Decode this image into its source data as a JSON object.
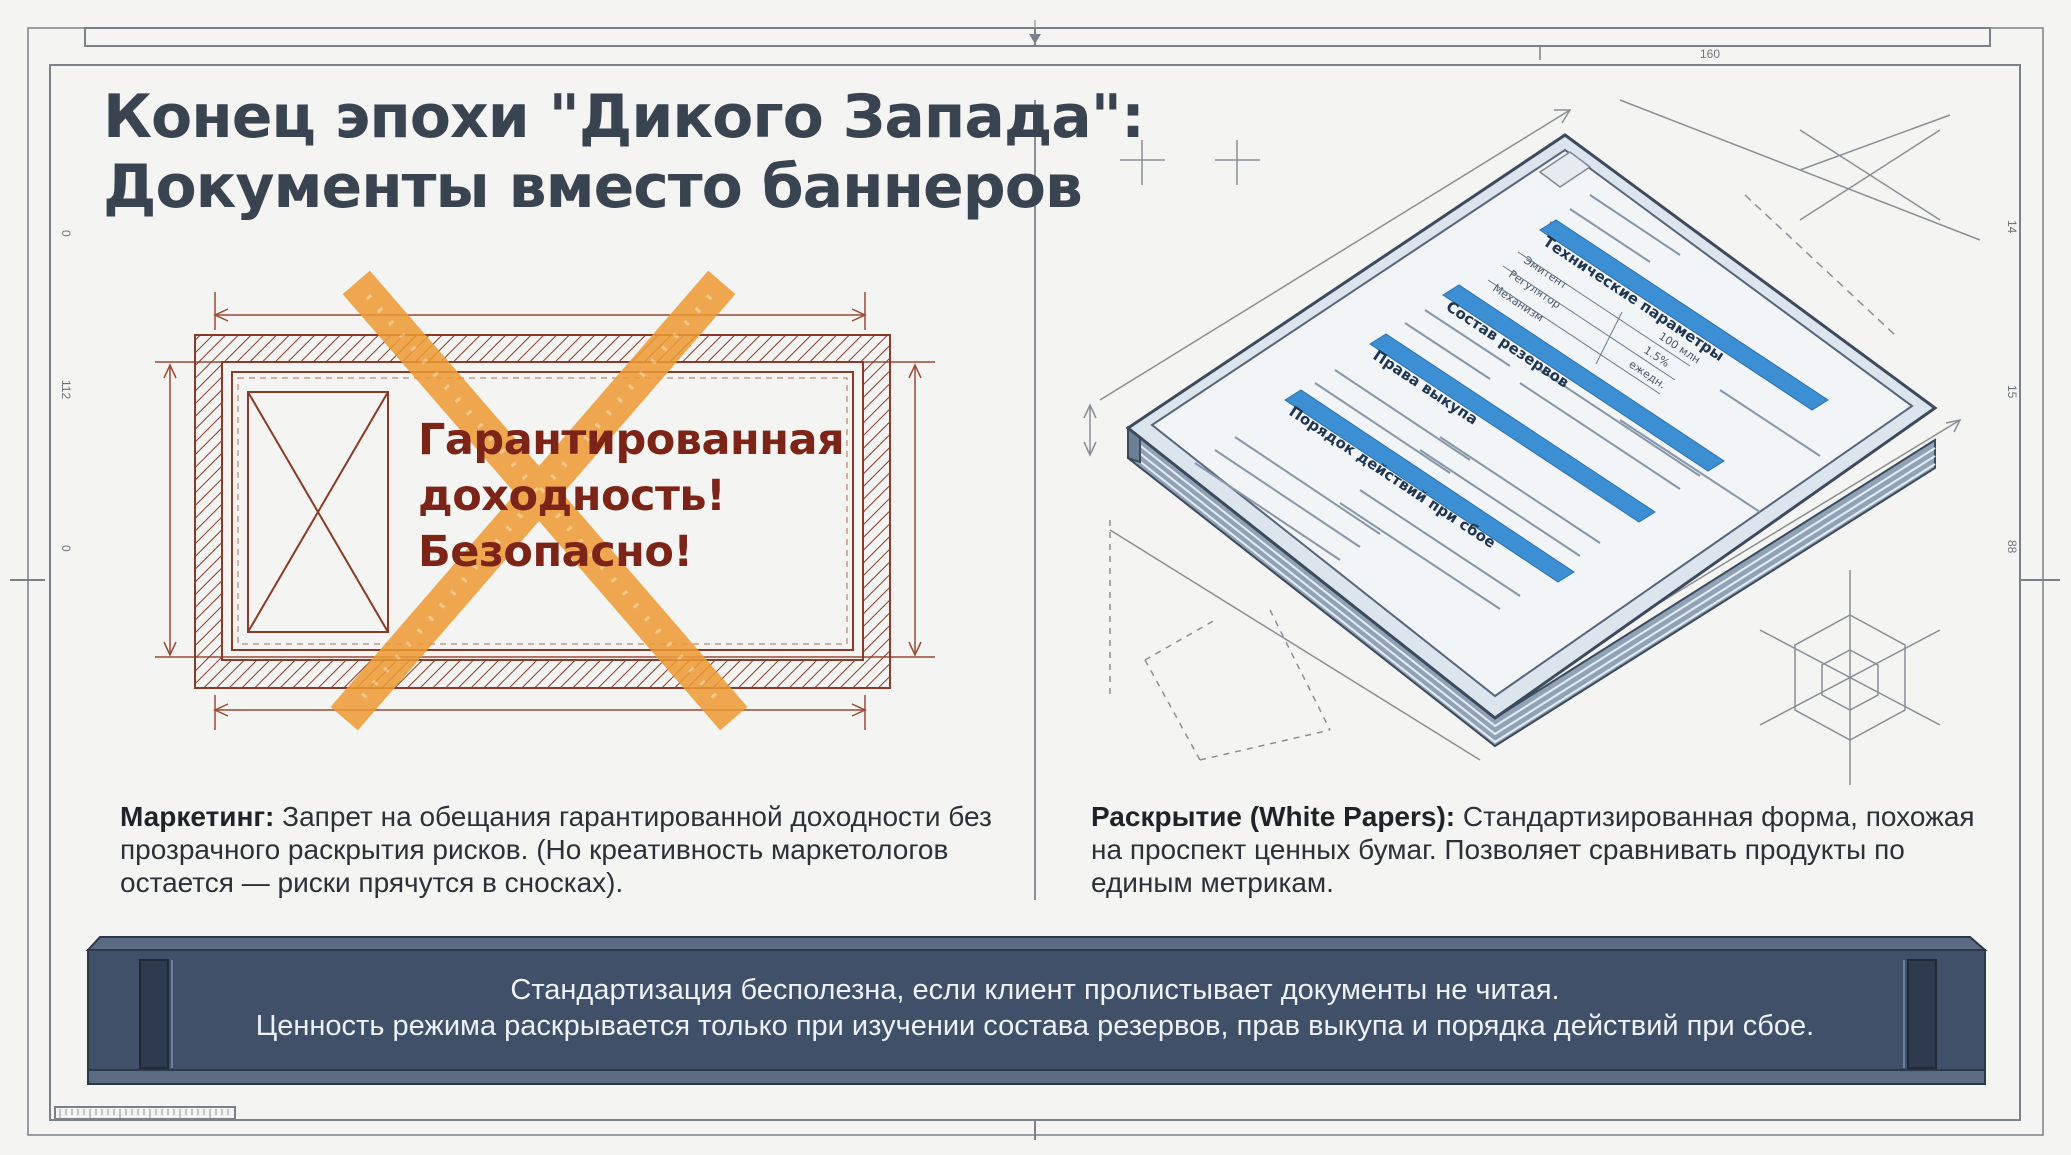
{
  "title": {
    "line1": "Конец эпохи \"Дикого Запада\":",
    "line2": "Документы вместо баннеров"
  },
  "banner": {
    "line1": "Гарантированная",
    "line2": "доходность!",
    "line3": "Безопасно!"
  },
  "document": {
    "sections": [
      "Технические параметры",
      "Состав резервов",
      "Права выкупа",
      "Порядок действий при сбое"
    ],
    "row_labels": [
      "Эмитент",
      "Регулятор",
      "Механизм"
    ],
    "row_values": [
      "100 млн",
      "1.5%",
      "ежедн."
    ]
  },
  "ruler": {
    "top_mark": "160",
    "left_marks": [
      "0",
      "112",
      "0"
    ],
    "right_marks": [
      "14",
      "15",
      "88"
    ]
  },
  "left_caption": {
    "label": "Маркетинг:",
    "text": " Запрет на обещания гарантированной доходности без прозрачного раскрытия рисков. (Но креативность маркетологов остается — риски прячутся в сносках)."
  },
  "right_caption": {
    "label": "Раскрытие (White Papers):",
    "text": " Стандартизированная форма, похожая на проспект ценных бумаг. Позволяет сравнивать продукты по единым метрикам."
  },
  "bottom_bar": {
    "line1": "Стандартизация бесполезна, если клиент пролистывает документы не читая.",
    "line2": "Ценность режима раскрывается только при изучении состава резервов, прав выкупа и порядка действий при сбое."
  },
  "colors": {
    "background": "#f4f5f2",
    "title": "#3a4450",
    "banner_text": "#7d2418",
    "cross": "#f0a640",
    "highlight": "#3d8fd4",
    "bar": "#3f5068"
  }
}
